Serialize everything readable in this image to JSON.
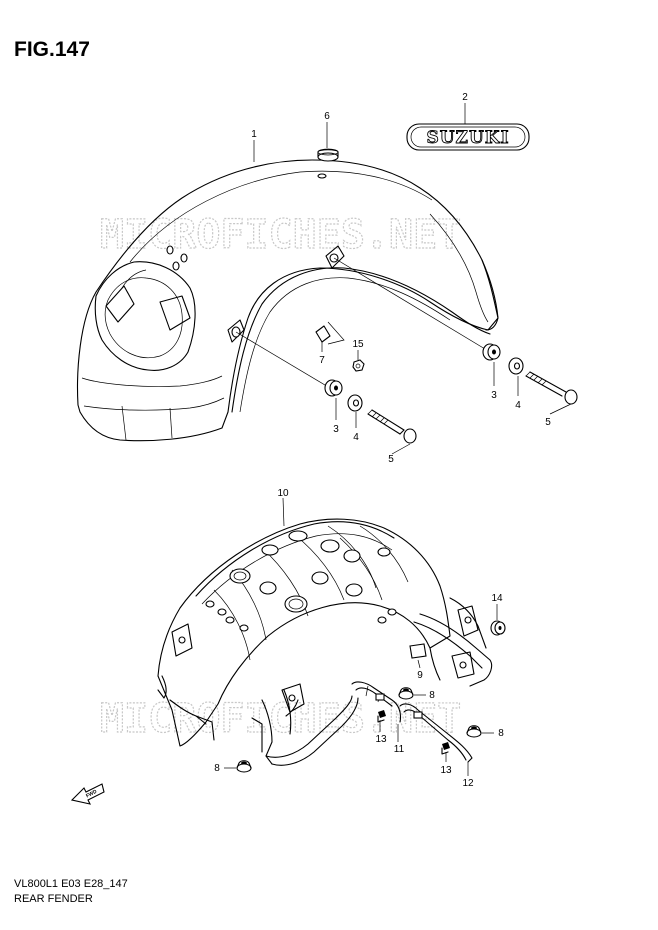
{
  "figure": {
    "title": "FIG.147",
    "code": "VL800L1 E03 E28_147",
    "name": "REAR FENDER"
  },
  "watermark": "MICROFICHES.NET",
  "emblem_text": "SUZUKI",
  "fwd_label": "FWD",
  "callouts": {
    "c1": "1",
    "c2": "2",
    "c3a": "3",
    "c3b": "3",
    "c4a": "4",
    "c4b": "4",
    "c5a": "5",
    "c5b": "5",
    "c6": "6",
    "c7": "7",
    "c8a": "8",
    "c8b": "8",
    "c8c": "8",
    "c9": "9",
    "c10": "10",
    "c11": "11",
    "c12": "12",
    "c13a": "13",
    "c13b": "13",
    "c14": "14",
    "c15": "15"
  }
}
